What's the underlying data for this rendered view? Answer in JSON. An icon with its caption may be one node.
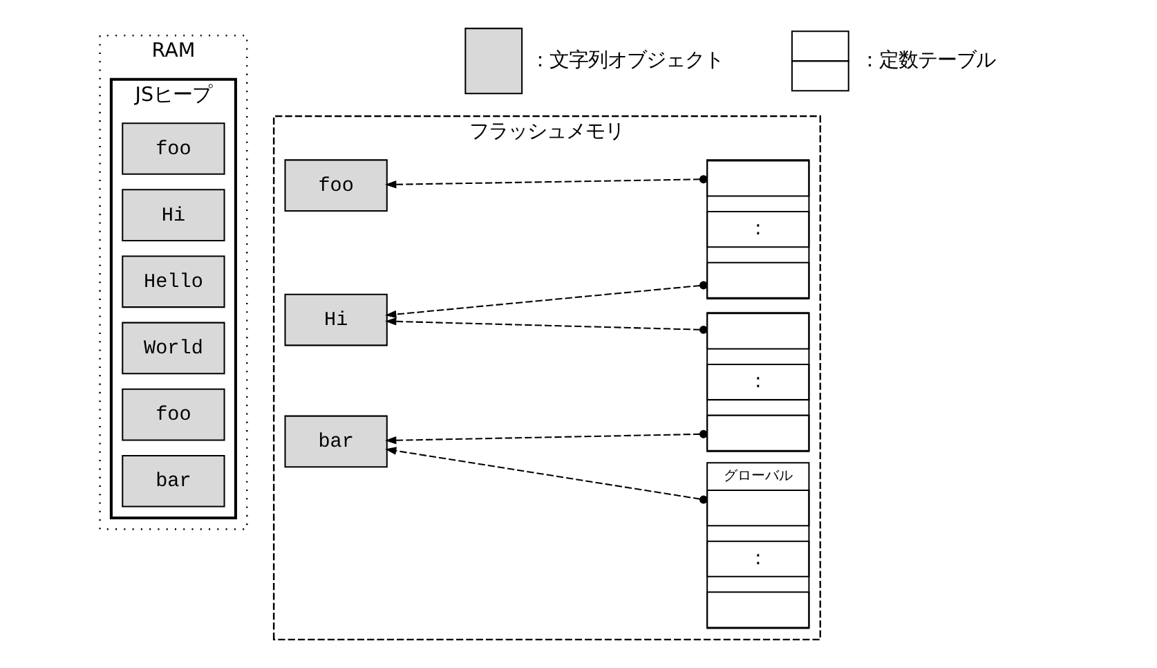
{
  "diagram": {
    "nodes": [
      {
        "text": [
          "RAM"
        ]
      },
      {
        "text": [
          "JSヒープ"
        ],
        "in": 0
      },
      {
        "text": [
          "foo"
        ],
        "in": 1
      },
      {
        "text": [
          "World"
        ],
        "in": 1
      },
      {
        "text": [
          "foo"
        ],
        "in": 1
      },
      {
        "text": [
          "Hi"
        ],
        "in": 1
      },
      {
        "text": [
          "Hello"
        ],
        "in": 1
      },
      {
        "text": [
          "bar"
        ],
        "in": 1
      },
      {
        "text": [
          "フラッシュメモリ"
        ]
      },
      {
        "text": [
          "foo"
        ],
        "in": 8
      },
      {
        "text": [
          "Hi"
        ],
        "in": 8
      },
      {
        "text": [
          "bar"
        ],
        "in": 8
      },
      {
        "text": [],
        "shape": "box",
        "in": 8
      },
      {
        "text": [],
        "shape": "box",
        "in": 12
      },
      {
        "text": [
          ":"
        ],
        "in": 12
      },
      {
        "text": [],
        "shape": "box",
        "in": 12
      },
      {
        "text": [],
        "shape": "box",
        "in": 8
      },
      {
        "text": [],
        "shape": "box",
        "in": 16
      },
      {
        "text": [
          ":"
        ],
        "in": 16
      },
      {
        "text": [],
        "shape": "box",
        "in": 16
      },
      {
        "text": [
          "グローバル"
        ],
        "in": 8
      },
      {
        "text": [],
        "shape": "box",
        "in": 20
      },
      {
        "text": [
          ":"
        ],
        "in": 20
      },
      {
        "text": [],
        "shape": "box",
        "in": 20
      }
    ],
    "edges": [
      {
        "from": 13,
        "to": 9,
        "arrow": "to",
        "style": "dashed"
      },
      {
        "from": 15,
        "to": 10,
        "arrow": "to",
        "style": "dashed"
      },
      {
        "from": 17,
        "to": 10,
        "arrow": "to",
        "style": "dashed"
      },
      {
        "from": 19,
        "to": 11,
        "arrow": "to",
        "style": "dashed"
      },
      {
        "from": 21,
        "to": 11,
        "arrow": "to",
        "style": "dashed"
      }
    ],
    "legend": [
      {
        "text": "：文字列オブジェクト",
        "color": "#d9d9d9"
      },
      {
        "text": "：定数テーブル"
      }
    ]
  }
}
